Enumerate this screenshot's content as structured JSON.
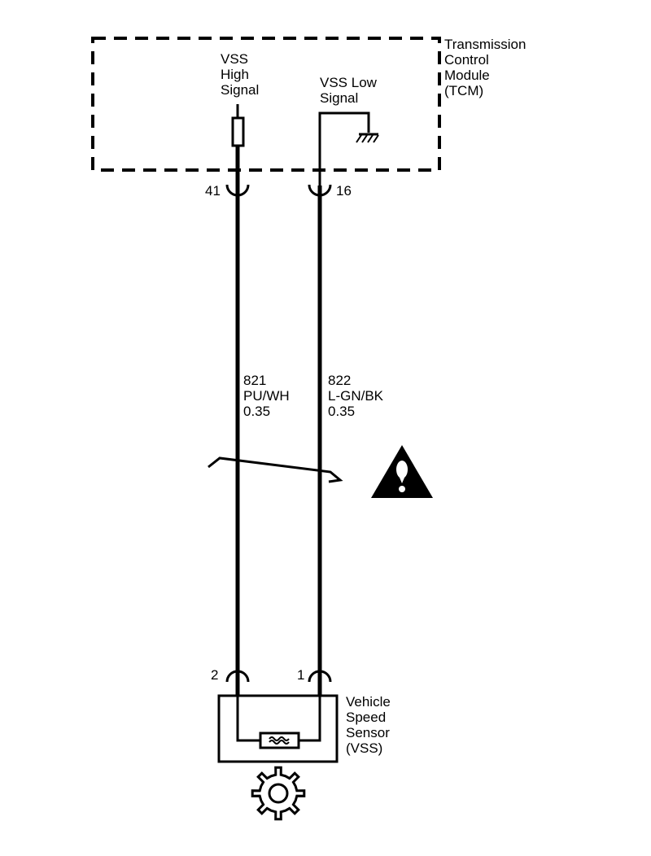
{
  "tcm": {
    "title_lines": [
      "Transmission",
      "Control",
      "Module",
      "(TCM)"
    ],
    "high_signal_lines": [
      "VSS",
      "High",
      "Signal"
    ],
    "low_signal_lines": [
      "VSS Low",
      "Signal"
    ]
  },
  "connectors": {
    "tcm_high_pin": "41",
    "tcm_low_pin": "16",
    "vss_high_pin": "2",
    "vss_low_pin": "1"
  },
  "wires": {
    "high": {
      "circuit": "821",
      "color": "PU/WH",
      "gauge": "0.35"
    },
    "low": {
      "circuit": "822",
      "color": "L-GN/BK",
      "gauge": "0.35"
    }
  },
  "vss": {
    "title_lines": [
      "Vehicle",
      "Speed",
      "Sensor",
      "(VSS)"
    ]
  },
  "icons": {
    "caution": "caution-triangle-icon",
    "gear": "gear-icon",
    "ground": "ground-icon"
  }
}
